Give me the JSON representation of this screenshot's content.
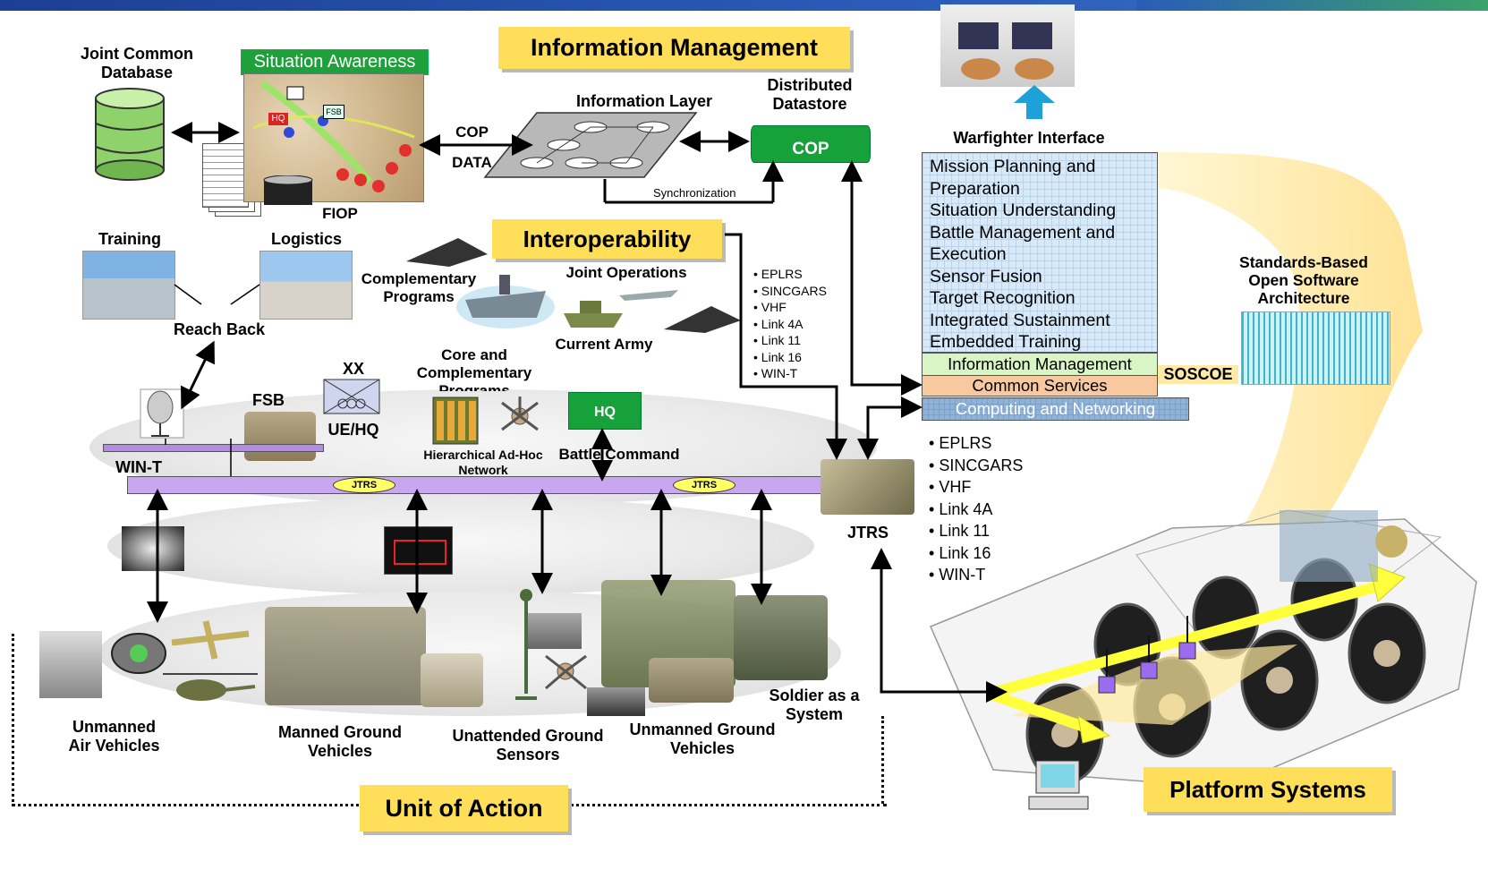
{
  "banners": {
    "information_management": "Information Management",
    "interoperability": "Interoperability",
    "unit_of_action": "Unit of Action",
    "platform_systems": "Platform Systems"
  },
  "top": {
    "joint_common_database": "Joint Common Database",
    "situation_awareness": "Situation Awareness",
    "map_hq": "HQ",
    "map_fsb": "FSB",
    "fiop": "FIOP",
    "cop": "COP",
    "data": "DATA",
    "information_layer": "Information Layer",
    "distributed_datastore": "Distributed Datastore",
    "datastore_cop": "COP",
    "synchronization": "Synchronization"
  },
  "reach": {
    "training": "Training",
    "logistics": "Logistics",
    "reach_back": "Reach Back"
  },
  "interop": {
    "complementary_programs": "Complementary Programs",
    "joint_operations": "Joint Operations",
    "current_army": "Current  Army",
    "core_and_complementary": "Core and Complementary Programs",
    "links": [
      "EPLRS",
      "SINCGARS",
      "VHF",
      "Link 4A",
      "Link 11",
      "Link 16",
      "WIN-T"
    ]
  },
  "network": {
    "xx": "XX",
    "ue_hq": "UE/HQ",
    "fsb": "FSB",
    "win_t": "WIN-T",
    "hq": "HQ",
    "hierarchical": "Hierarchical Ad-Hoc  Network",
    "battle_command": "Battle   Command",
    "jtrs_oval_1": "JTRS",
    "jtrs_oval_2": "JTRS",
    "jtrs": "JTRS"
  },
  "ground": {
    "unmanned_air": "Unmanned Air Vehicles",
    "manned_ground": "Manned Ground Vehicles",
    "unattended_sensors": "Unattended Ground Sensors",
    "unmanned_ground": "Unmanned Ground Vehicles",
    "soldier": "Soldier as a System"
  },
  "warfighter": {
    "title": "Warfighter Interface",
    "items": [
      "Mission Planning and",
      "Preparation",
      "Situation Understanding",
      "Battle Management and",
      "Execution",
      "Sensor Fusion",
      "Target Recognition",
      "Integrated Sustainment",
      "Embedded Training"
    ],
    "information_management": "Information Management",
    "common_services": "Common Services",
    "computing_networking": "Computing and Networking",
    "soscoe": "SOSCOE"
  },
  "jtrs_links": [
    "EPLRS",
    "SINCGARS",
    "VHF",
    "Link 4A",
    "Link 11",
    "Link 16",
    "WIN-T"
  ],
  "standards": "Standards-Based Open Software Architecture",
  "colors": {
    "banner": "#ffde59",
    "situation_awareness": "#1ea03a",
    "cop_green": "#17a13a",
    "network_bar": "#c9a6f0",
    "jtrs_oval": "#ffff66",
    "wf_box": "#d6eafc",
    "info_mgmt_layer": "#d9f5c6",
    "common_services_layer": "#f8c9a0",
    "computing_layer": "#8fb2d9",
    "arrow_yellow": "#ffff3c",
    "platform_cube": "#9b6cf0"
  }
}
